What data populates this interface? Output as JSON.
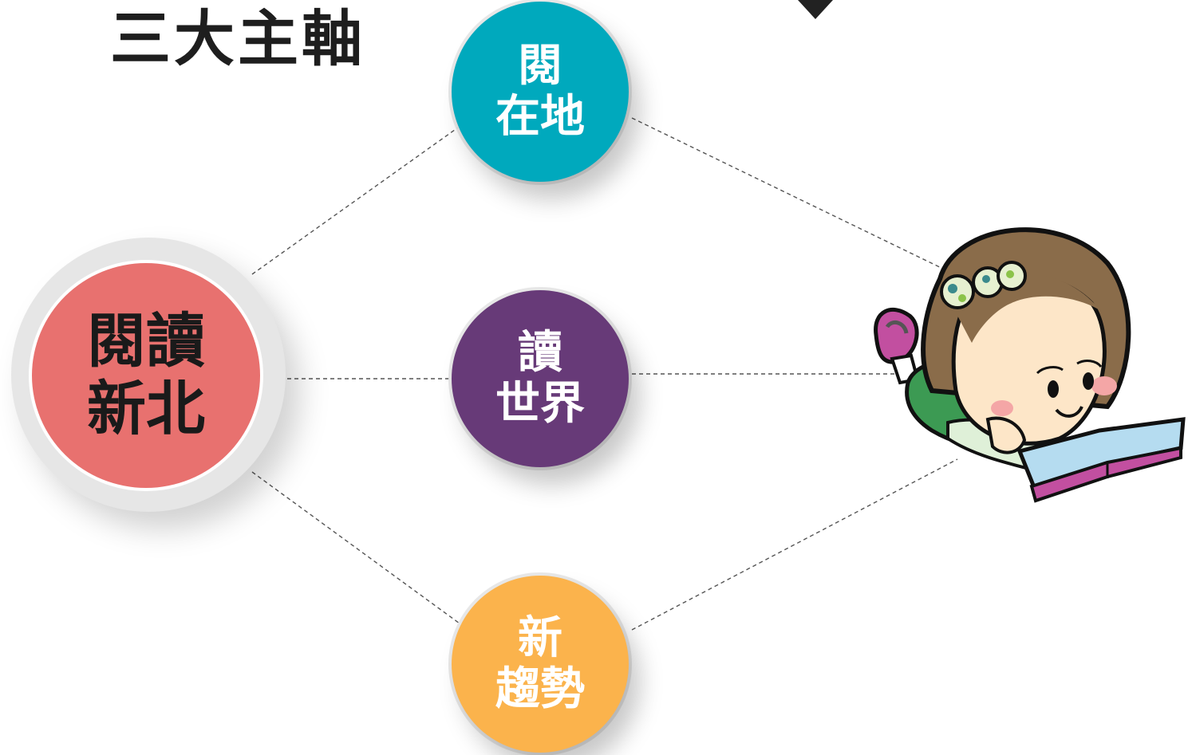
{
  "title": "三大主軸",
  "nodes": {
    "root": {
      "line1": "閱讀",
      "line2": "新北",
      "color": "#e8716f"
    },
    "branch_top": {
      "line1": "閱",
      "line2": "在地",
      "color": "#00a9bd"
    },
    "branch_mid": {
      "line1": "讀",
      "line2": "世界",
      "color": "#673a78"
    },
    "branch_bot": {
      "line1": "新",
      "line2": "趨勢",
      "color": "#fbb34c"
    }
  },
  "illustration": {
    "icon": "girl-reading-book-icon"
  }
}
